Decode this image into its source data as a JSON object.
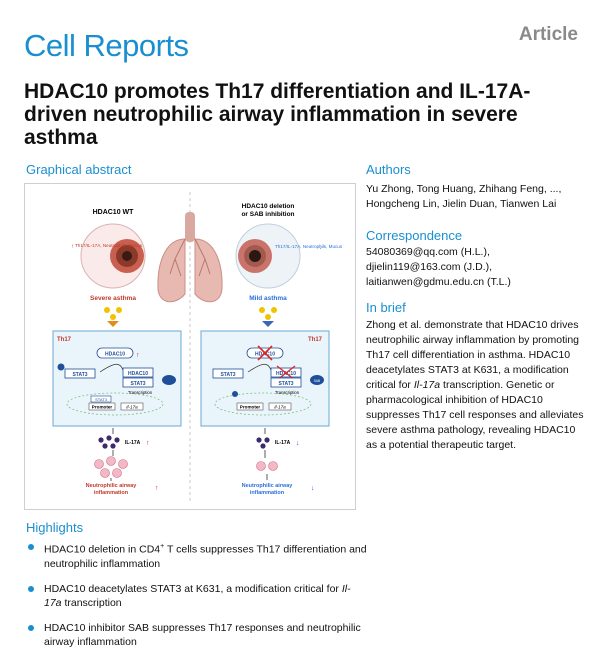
{
  "header": {
    "journal": "Cell Reports",
    "article_type": "Article",
    "title": "HDAC10 promotes Th17 differentiation and IL-17A-driven neutrophilic airway inflammation in severe asthma"
  },
  "sections": {
    "graphical_abstract": "Graphical abstract",
    "authors": "Authors",
    "correspondence": "Correspondence",
    "in_brief": "In brief",
    "highlights": "Highlights"
  },
  "authors_text": "Yu Zhong, Tong Huang, Zhihang Feng, ..., Hongcheng Lin, Jielin Duan, Tianwen Lai",
  "correspondence_lines": [
    "54080369@qq.com (H.L.),",
    "djielin119@163.com (J.D.),",
    "laitianwen@gdmu.edu.cn (T.L.)"
  ],
  "in_brief_parts": [
    "Zhong et al. demonstrate that HDAC10 drives neutrophilic airway inflammation by promoting Th17 cell differentiation in asthma. HDAC10 deacetylates STAT3 at K631, a modification critical for ",
    "Il-17a",
    " transcription. Genetic or pharmacological inhibition of HDAC10 suppresses Th17 cell responses and alleviates severe asthma pathology, revealing HDAC10 as a potential therapeutic target."
  ],
  "highlights": [
    [
      "HDAC10 deletion in CD4",
      "+",
      " T cells suppresses Th17 differentiation and neutrophilic inflammation"
    ],
    [
      "HDAC10 deacetylates STAT3 at K631, a modification critical for ",
      "Il-17a",
      " transcription"
    ],
    [
      "HDAC10 inhibitor SAB suppresses Th17 responses and neutrophilic airway inflammation"
    ]
  ],
  "figure": {
    "left_title": "HDAC10 WT",
    "right_title_1": "HDAC10 deletion",
    "right_title_2": "or SAB inhibition",
    "left_airway_label": "Th17/IL-17A, Neutrophils, Mucus",
    "right_airway_label": "Th17/IL-17A, Neutrophils, Mucus",
    "severe": "Severe asthma",
    "mild": "Mild asthma",
    "th17": "Th17",
    "hdac10": "HDAC10",
    "stat3": "STAT3",
    "sab": "SAB",
    "ac": "Ac",
    "transcription": "Transcription",
    "promoter": "Promoter",
    "il17a_gene": "Il-17a",
    "il17a": "IL-17A",
    "outcome_left_1": "Neutrophilic airway",
    "outcome_left_2": "inflammation",
    "outcome_right_1": "Neutrophilic airway",
    "outcome_right_2": "inflammation",
    "colors": {
      "accent": "#1a8fd0",
      "up_arrow": "#d92a2a",
      "down_arrow": "#2a6fd9",
      "hdac_blue": "#1f4e9a",
      "panel_fill": "#eaf4fb",
      "severe_text": "#c0392b",
      "mild_text": "#2a6fd9"
    }
  }
}
